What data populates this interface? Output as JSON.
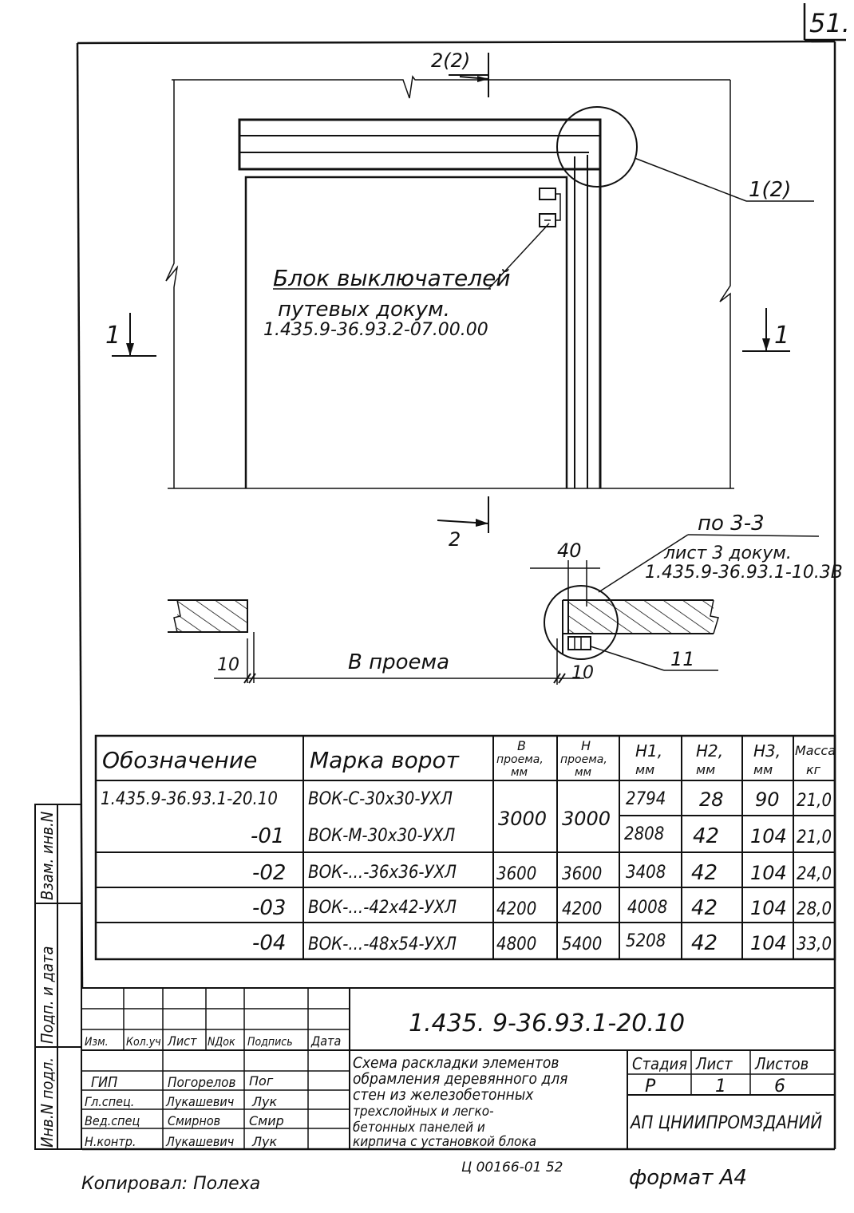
{
  "sheet_corner": "51.",
  "callouts": {
    "view_2": "2(2)",
    "detail_1": "1(2)",
    "section_1_left": "1",
    "section_1_right": "1",
    "section_2": "2",
    "section_3": "по 3-3",
    "item_11": "11"
  },
  "block_label": {
    "line1": "Блок выключателей",
    "line2": "путевых   докум.",
    "line3": "1.435.9-36.93.2-07.00.00"
  },
  "sheet_ref": {
    "line1": "лист 3 докум.",
    "line2": "1.435.9-36.93.1-10.3В"
  },
  "dimensions": {
    "dim_40": "40",
    "dim_10_left": "10",
    "dim_10_right": "10",
    "opening": "В проема"
  },
  "table": {
    "headers": {
      "designation": "Обозначение",
      "mark": "Марка ворот",
      "b_opening": [
        "B",
        "проема,",
        "мм"
      ],
      "h_opening": [
        "H",
        "проема,",
        "мм"
      ],
      "h1": [
        "H1,",
        "мм"
      ],
      "h2": [
        "H2,",
        "мм"
      ],
      "h3": [
        "H3,",
        "мм"
      ],
      "mass": [
        "Масса",
        "кг"
      ]
    },
    "rows": [
      {
        "designation": "1.435.9-36.93.1-20.10",
        "mark": "ВОК-С-30х30-УХЛ",
        "h1": "2794",
        "h2": "28",
        "h3": "90",
        "mass": "21,0"
      },
      {
        "designation": "-01",
        "mark": "ВОК-М-30х30-УХЛ",
        "h1": "2808",
        "h2": "42",
        "h3": "104",
        "mass": "21,0"
      },
      {
        "designation": "-02",
        "mark": "ВОК-...-36х36-УХЛ",
        "b": "3600",
        "h": "3600",
        "h1": "3408",
        "h2": "42",
        "h3": "104",
        "mass": "24,0"
      },
      {
        "designation": "-03",
        "mark": "ВОК-...-42х42-УХЛ",
        "b": "4200",
        "h": "4200",
        "h1": "4008",
        "h2": "42",
        "h3": "104",
        "mass": "28,0"
      },
      {
        "designation": "-04",
        "mark": "ВОК-...-48х54-УХЛ",
        "b": "4800",
        "h": "5400",
        "h1": "5208",
        "h2": "42",
        "h3": "104",
        "mass": "33,0"
      }
    ],
    "merged_b": "3000",
    "merged_h": "3000"
  },
  "side_stamp": [
    "Инв.N подл.",
    "Подп. и дата",
    "Взам. инв.N"
  ],
  "title_block": {
    "doc_code": "1.435. 9-36.93.1-20.10",
    "rev_headers": [
      "Изм.",
      "Кол.уч",
      "Лист",
      "NДок",
      "Подпись",
      "Дата"
    ],
    "roles": [
      "ГИП",
      "Гл.спец.",
      "Вед.спец",
      "Н.контр."
    ],
    "names": [
      "Погорелов",
      "Лукашевич",
      "Смирнов",
      "Лукашевич"
    ],
    "signatures": [
      "Пог",
      "Лук",
      "Смир",
      "Лук"
    ],
    "title_lines": [
      "Схема раскладки элементов",
      "обрамления деревянного для",
      "стен из железобетонных",
      "трехслойных           и легко-",
      "бетонных  панелей  и",
      "кирпича с установкой блока"
    ],
    "stage_label": "Стадия",
    "sheet_label": "Лист",
    "sheets_label": "Листов",
    "stage": "Р",
    "sheet": "1",
    "sheets": "6",
    "org": "АП ЦНИИПРОМЗДАНИЙ"
  },
  "archive": "Ц 00166-01  52",
  "copied": "Копировал: Полеха",
  "format": "формат А4"
}
